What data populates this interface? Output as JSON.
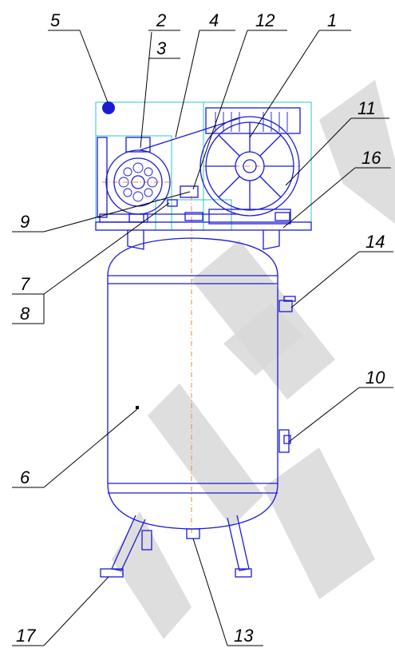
{
  "colors": {
    "outline": "#1a1ad6",
    "frame": "#33c6c6",
    "axis": "#f08a24",
    "watermark": "#d8d8d8",
    "labels": "#000000"
  },
  "watermark": {
    "text": ""
  },
  "callouts": [
    {
      "id": "1",
      "label": "1"
    },
    {
      "id": "2",
      "label": "2"
    },
    {
      "id": "3",
      "label": "3"
    },
    {
      "id": "4",
      "label": "4"
    },
    {
      "id": "5",
      "label": "5"
    },
    {
      "id": "6",
      "label": "6"
    },
    {
      "id": "7",
      "label": "7"
    },
    {
      "id": "8",
      "label": "8"
    },
    {
      "id": "9",
      "label": "9"
    },
    {
      "id": "10",
      "label": "10"
    },
    {
      "id": "11",
      "label": "11"
    },
    {
      "id": "12",
      "label": "12"
    },
    {
      "id": "13",
      "label": "13"
    },
    {
      "id": "14",
      "label": "14"
    },
    {
      "id": "16",
      "label": "16"
    },
    {
      "id": "17",
      "label": "17"
    }
  ]
}
